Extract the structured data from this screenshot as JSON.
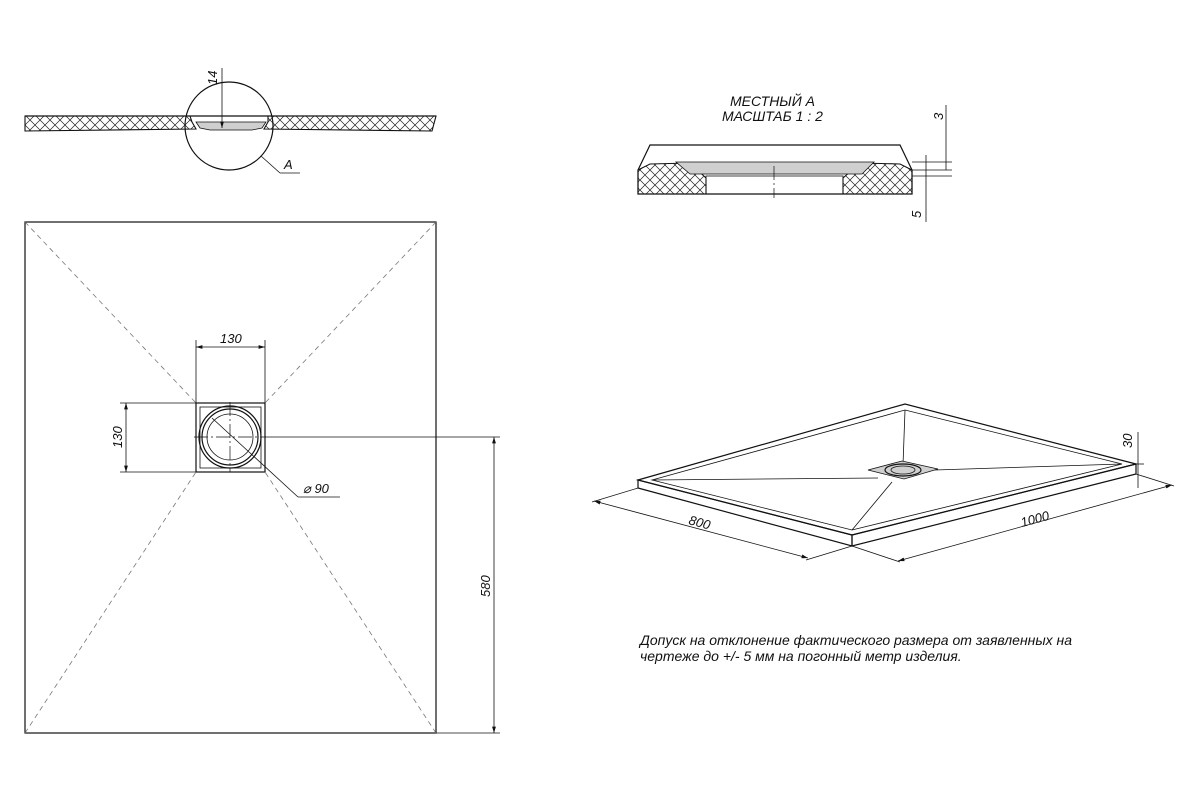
{
  "section_view": {
    "dim_depth": "14",
    "callout_label": "A"
  },
  "detail_view": {
    "title_line1": "МЕСТНЫЙ А",
    "title_line2": "МАСШТАБ 1 : 2",
    "dim_top": "3",
    "dim_bottom": "5"
  },
  "plan_view": {
    "dim_drain_width": "130",
    "dim_drain_height": "130",
    "dim_drain_diameter": "⌀ 90",
    "dim_drain_offset": "580"
  },
  "iso_view": {
    "dim_width": "800",
    "dim_length": "1000",
    "dim_height": "30"
  },
  "note": {
    "line1": "Допуск на отклонение фактического размера от заявленных на",
    "line2": "чертеже до +/- 5 мм на погонный метр изделия."
  }
}
